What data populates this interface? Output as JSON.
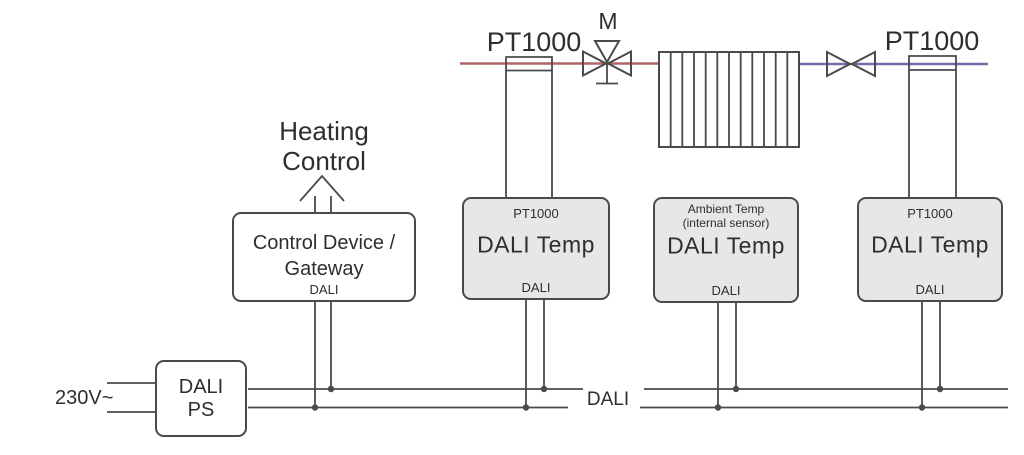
{
  "heating_control_label": {
    "line1": "Heating",
    "line2": "Control"
  },
  "gateway_box": {
    "title_line1": "Control Device /",
    "title_line2": "Gateway",
    "bottom_label": "DALI"
  },
  "power_supply_box": {
    "line1": "DALI",
    "line2": "PS"
  },
  "mains_label": "230V~",
  "bus_label": "DALI",
  "pipe_sensor_labels": {
    "left": "PT1000",
    "right": "PT1000"
  },
  "valve_motor_label": "M",
  "temp_devices": [
    {
      "top_line1": "PT1000",
      "title": "DALI Temp",
      "bottom_label": "DALI"
    },
    {
      "top_line1": "Ambient Temp",
      "top_line2": "(internal sensor)",
      "title": "DALI Temp",
      "bottom_label": "DALI"
    },
    {
      "top_line1": "PT1000",
      "title": "DALI Temp",
      "bottom_label": "DALI"
    }
  ],
  "colors": {
    "flow_pipe_red": "#b26464",
    "return_pipe_blue": "#6e6eaa",
    "diagram_line": "#4a4a4a",
    "device_box_fill": "#e7e7e7",
    "text": "#2e2e2e"
  }
}
